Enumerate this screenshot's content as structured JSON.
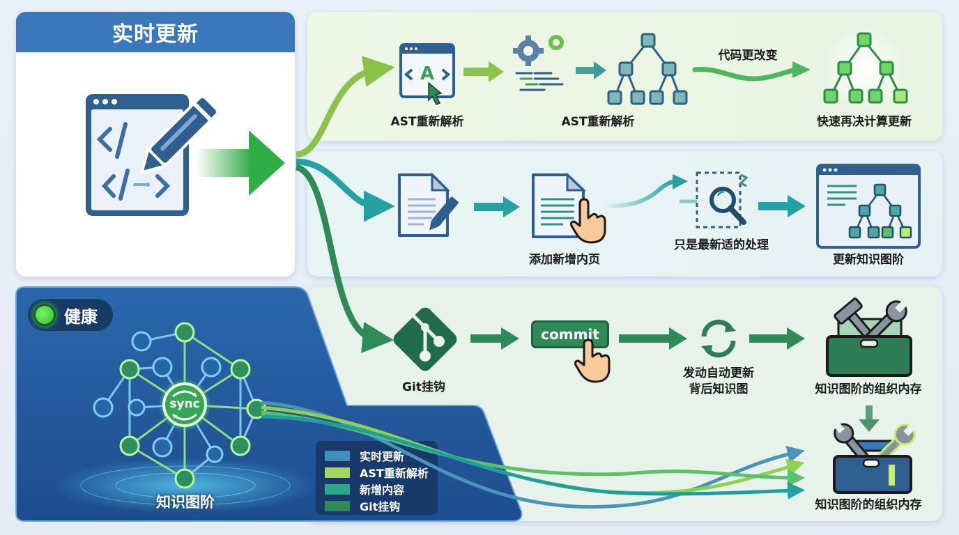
{
  "live_update": {
    "title": "实时更新",
    "icon": "code-editor-pencil-icon"
  },
  "flows": {
    "ast": {
      "color": "#8bc34a",
      "steps": [
        {
          "label": "AST重新解析",
          "icon": "code-window-cursor-icon"
        },
        {
          "label": "",
          "icon": "gears-code-lines-icon"
        },
        {
          "label": "AST重新解析",
          "icon": "tree-structure-icon"
        },
        {
          "label": "快速再决计算更新",
          "icon": "glowing-tree-icon"
        }
      ],
      "arrow_label": "代码更改变"
    },
    "new_content": {
      "color": "#26a69a",
      "steps": [
        {
          "label": "",
          "icon": "document-edit-icon"
        },
        {
          "label": "添加新增内页",
          "icon": "document-hand-pointer-icon"
        },
        {
          "label": "只是最新适的处理",
          "icon": "search-magnifier-icon"
        },
        {
          "label": "更新知识图阶",
          "icon": "window-tree-icon"
        }
      ]
    },
    "git": {
      "color": "#2e7d57",
      "steps": [
        {
          "label": "Git挂钩",
          "icon": "git-branch-icon"
        },
        {
          "label": "commit",
          "icon": "commit-button-hand-icon"
        },
        {
          "label": "发动自动更新\n背后知识图",
          "line1": "发动自动更新",
          "line2": "背后知识图",
          "icon": "sync-arrows-icon"
        },
        {
          "label": "知识图阶的组织内存",
          "icon": "toolbox-green-icon"
        }
      ]
    },
    "final": {
      "label": "知识图阶的组织内存",
      "icon": "toolbox-blue-icon"
    }
  },
  "knowledge_graph": {
    "status": "健康",
    "status_color": "#3ecf3e",
    "center_label": "sync",
    "title": "知识图阶"
  },
  "legend": [
    {
      "label": "实时更新",
      "color": "#3f8fba"
    },
    {
      "label": "AST重新解析",
      "color": "#8fd14f"
    },
    {
      "label": "新增内容",
      "color": "#27a98a"
    },
    {
      "label": "Git挂钩",
      "color": "#2e8b57"
    }
  ]
}
